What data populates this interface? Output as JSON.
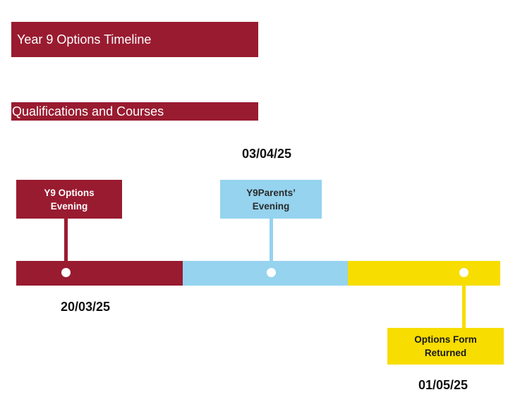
{
  "header": {
    "title": "Year 9 Options Timeline",
    "subtitle": "Qualifications and Courses"
  },
  "colors": {
    "maroon": "#991b30",
    "light_blue": "#95d3ef",
    "yellow": "#f7dd00"
  },
  "timeline": {
    "events": [
      {
        "label": "Y9 Options\nEvening",
        "date": "20/03/25"
      },
      {
        "label": "Y9Parents’\nEvening",
        "date": "03/04/25"
      },
      {
        "label": "Options Form\nReturned",
        "date": "01/05/25"
      }
    ]
  }
}
